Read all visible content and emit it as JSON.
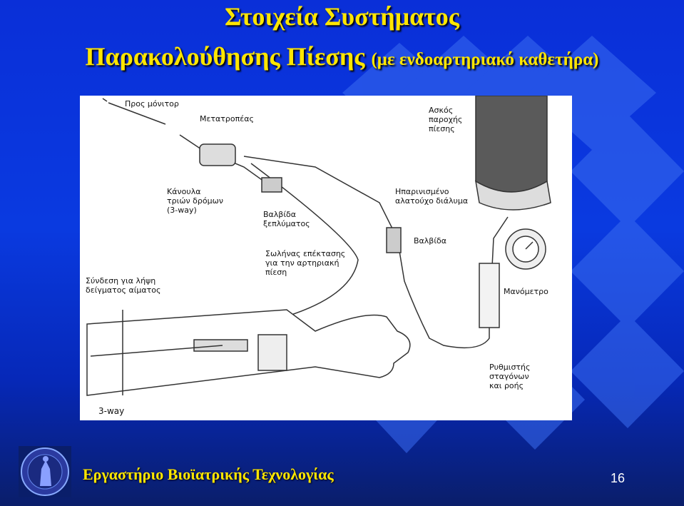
{
  "slide": {
    "title_line1": "Στοιχεία Συστήματος",
    "title_line2_main": "Παρακολούθησης Πίεσης",
    "title_line2_sub": "(με ενδοαρτηριακό καθετήρα)",
    "footer": "Εργαστήριο Βιοϊατρικής Τεχνολογίας",
    "page_number": "16"
  },
  "figure": {
    "labels": {
      "to_monitor": "Προς μόνιτορ",
      "transducer": "Μετατροπέας",
      "bag_l1": "Ασκός",
      "bag_l2": "παροχής",
      "bag_l3": "πίεσης",
      "cannula_l1": "Κάνουλα",
      "cannula_l2": "τριών δρόμων",
      "cannula_l3": "(3-way)",
      "flush_l1": "Βαλβίδα",
      "flush_l2": "ξεπλύματος",
      "saline_l1": "Ηπαρινισμένο",
      "saline_l2": "αλατούχο διάλυμα",
      "valve": "Βαλβίδα",
      "tubing_l1": "Σωλήνας επέκτασης",
      "tubing_l2": "για την αρτηριακή",
      "tubing_l3": "πίεση",
      "sample_l1": "Σύνδεση για λήψη",
      "sample_l2": "δείγματος αίματος",
      "manometer": "Μανόμετρο",
      "drip_l1": "Ρυθμιστής",
      "drip_l2": "σταγόνων",
      "drip_l3": "και ροής",
      "three_way": "3-way"
    }
  },
  "colors": {
    "title": "#ffe600",
    "background": "#0a2fd8"
  }
}
